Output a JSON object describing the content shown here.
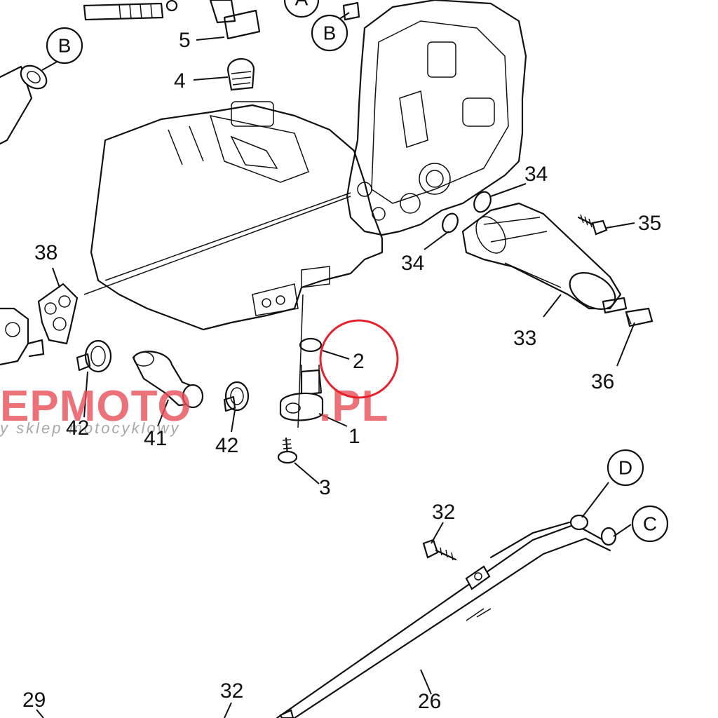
{
  "watermark": {
    "brand": "EPMOTO",
    "brand_suffix": ".PL",
    "tagline": "y sklep motocyklowy",
    "color": "#e8505a"
  },
  "ref_circles": [
    "A",
    "B",
    "B",
    "C",
    "D"
  ],
  "callouts": [
    "1",
    "2",
    "3",
    "4",
    "5",
    "26",
    "29",
    "32",
    "32",
    "33",
    "34",
    "34",
    "35",
    "36",
    "38",
    "41",
    "42",
    "42"
  ],
  "highlighted_callout": "2",
  "highlight_color": "#e8202a"
}
